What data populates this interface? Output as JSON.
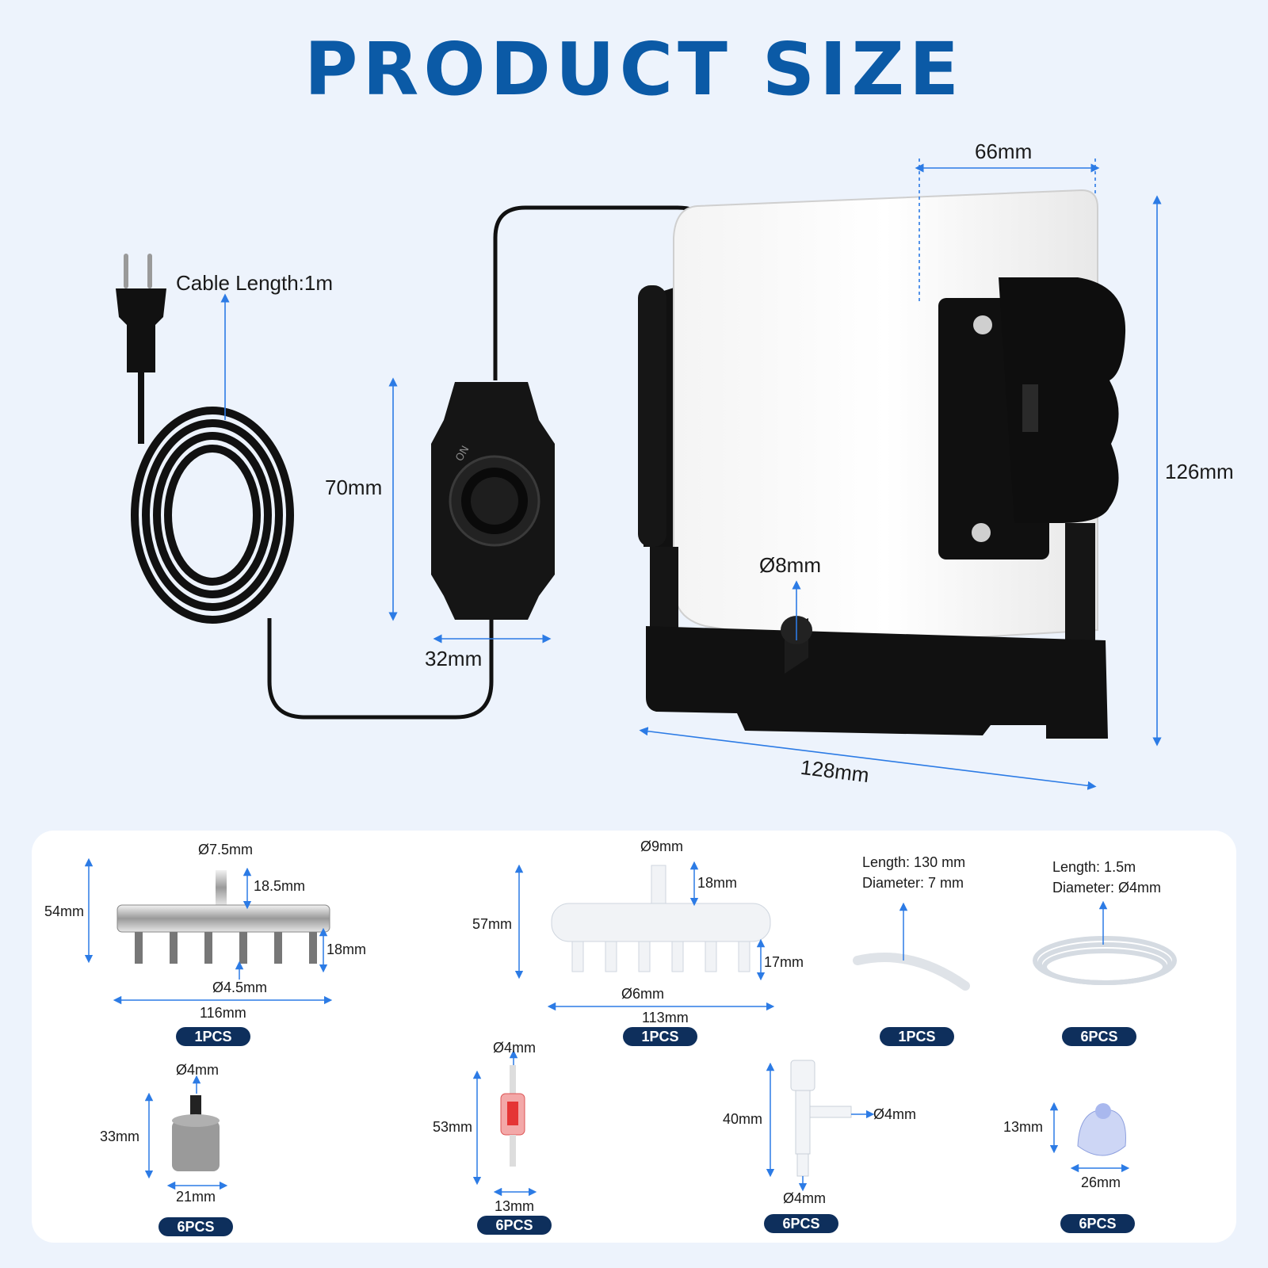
{
  "title": "PRODUCT SIZE",
  "main": {
    "cable": "Cable Length:1m",
    "controller_height": "70mm",
    "controller_width": "32mm",
    "pump_depth": "66mm",
    "pump_height": "126mm",
    "pump_width": "128mm",
    "outlet_diameter": "Ø8mm"
  },
  "accessories": {
    "manifold_steel": {
      "top_dia": "Ø7.5mm",
      "stem": "18.5mm",
      "height": "54mm",
      "pins": "18mm",
      "pin_dia": "Ø4.5mm",
      "length": "116mm",
      "qty": "1PCS"
    },
    "manifold_plastic": {
      "top_dia": "Ø9mm",
      "stem": "18mm",
      "height": "57mm",
      "pins": "17mm",
      "pin_dia": "Ø6mm",
      "length": "113mm",
      "qty": "1PCS"
    },
    "rigid_tube": {
      "length": "Length: 130 mm",
      "diameter": "Diameter: 7 mm",
      "qty": "1PCS"
    },
    "air_tube": {
      "length": "Length: 1.5m",
      "diameter": "Diameter: Ø4mm",
      "qty": "6PCS"
    },
    "air_stone": {
      "dia": "Ø4mm",
      "height": "33mm",
      "width": "21mm",
      "qty": "6PCS"
    },
    "check_valve": {
      "dia": "Ø4mm",
      "height": "53mm",
      "width": "13mm",
      "qty": "6PCS"
    },
    "control_valve": {
      "side_dia": "Ø4mm",
      "height": "40mm",
      "bottom_dia": "Ø4mm",
      "qty": "6PCS"
    },
    "suction_cup": {
      "height": "13mm",
      "width": "26mm",
      "qty": "6PCS"
    }
  }
}
